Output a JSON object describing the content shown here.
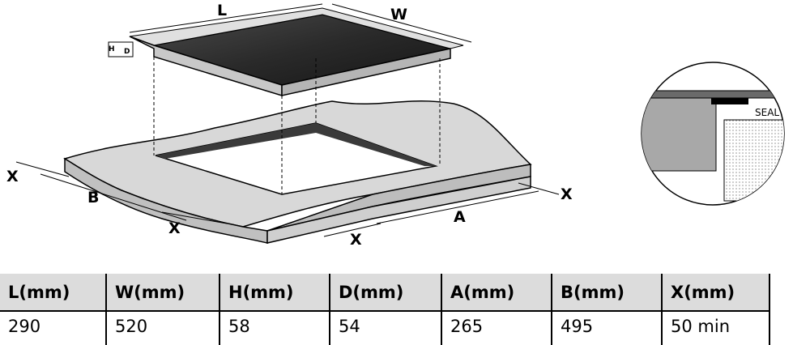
{
  "diagram": {
    "labels": {
      "L": "L",
      "W": "W",
      "H": "H",
      "D": "D",
      "A": "A",
      "B": "B",
      "X": "X",
      "seal": "SEAL"
    }
  },
  "specs": {
    "headers": [
      "L(mm)",
      "W(mm)",
      "H(mm)",
      "D(mm)",
      "A(mm)",
      "B(mm)",
      "X(mm)"
    ],
    "values": [
      "290",
      "520",
      "58",
      "54",
      "265",
      "495",
      "50 min"
    ]
  },
  "colors": {
    "hob_top": "#2e2e2e",
    "hob_edge": "#c8c8c8",
    "counter": "#d8d8d8",
    "counter_edge": "#bdbdbd",
    "table_header_bg": "#dcdcdc"
  }
}
